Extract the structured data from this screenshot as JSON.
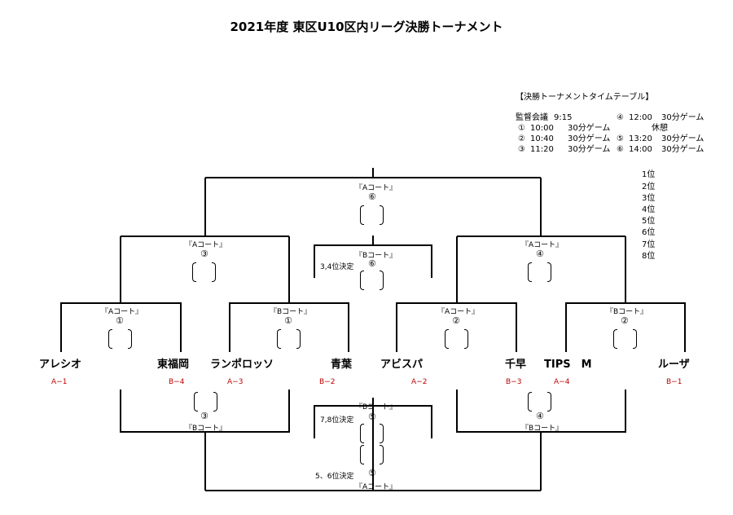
{
  "title": "2021年度 東区U10区内リーグ決勝トーナメント",
  "timetable": {
    "heading": "【決勝トーナメントタイムテーブル】",
    "meeting_label": "監督会議",
    "meeting_time": "9:15",
    "rows": [
      {
        "no": "①",
        "time": "10:00",
        "dur": "30分ゲーム"
      },
      {
        "no": "②",
        "time": "10:40",
        "dur": "30分ゲーム"
      },
      {
        "no": "③",
        "time": "11:20",
        "dur": "30分ゲーム"
      },
      {
        "no": "④",
        "time": "12:00",
        "dur": "30分ゲーム"
      },
      {
        "no": "⑤",
        "time": "13:20",
        "dur": "30分ゲーム"
      },
      {
        "no": "⑥",
        "time": "14:00",
        "dur": "30分ゲーム"
      }
    ],
    "break_label": "休憩"
  },
  "ranks": [
    "1位",
    "2位",
    "3位",
    "4位",
    "5位",
    "6位",
    "7位",
    "8位"
  ],
  "teams": [
    {
      "name": "アレシオ",
      "seed": "A−1"
    },
    {
      "name": "東福岡",
      "seed": "B−4"
    },
    {
      "name": "ランポロッソ",
      "seed": "A−3"
    },
    {
      "name": "青葉",
      "seed": "B−2"
    },
    {
      "name": "アビスパ",
      "seed": "A−2"
    },
    {
      "name": "千早",
      "seed": "B−3"
    },
    {
      "name": "TIPS　M",
      "seed": "A−4"
    },
    {
      "name": "ルーザ",
      "seed": "B−1"
    }
  ],
  "court_a": "『Aコート』",
  "court_b": "『Bコート』",
  "game_nums": {
    "m1": "①",
    "m2": "②",
    "m3": "③",
    "m4": "④",
    "m5": "⑤",
    "m6": "⑥"
  },
  "placement": {
    "third": "3,4位決定",
    "seventh": "7,8位決定",
    "fifth": "5、6位決定"
  }
}
